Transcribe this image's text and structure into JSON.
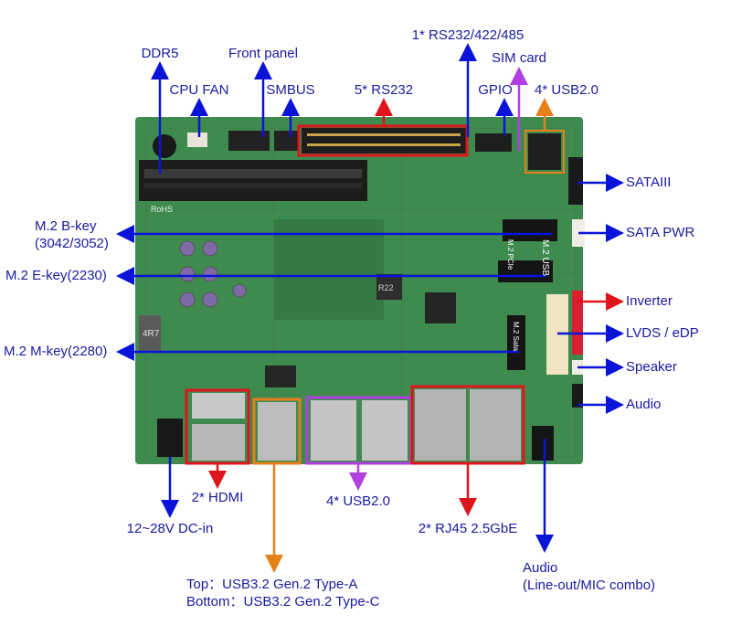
{
  "labels": {
    "ddr5": "DDR5",
    "cpu_fan": "CPU FAN",
    "front_panel": "Front panel",
    "smbus": "SMBUS",
    "rs232_5": "5* RS232",
    "rs232_422_485": "1* RS232/422/485",
    "sim_card": "SIM card",
    "gpio": "GPIO",
    "usb20_top": "4* USB2.0",
    "sataiii": "SATAIII",
    "sata_pwr": "SATA PWR",
    "m2_bkey_line1": "M.2 B-key",
    "m2_bkey_line2": "(3042/3052)",
    "m2_ekey": "M.2 E-key(2230)",
    "m2_mkey": "M.2 M-key(2280)",
    "inverter": "Inverter",
    "lvds_edp": "LVDS / eDP",
    "speaker": "Speaker",
    "audio_right": "Audio",
    "hdmi": "2* HDMI",
    "dc_in": "12~28V DC-in",
    "usb20_bottom": "4* USB2.0",
    "rj45": "2* RJ45 2.5GbE",
    "usb32_top": "Top：USB3.2 Gen.2 Type-A",
    "usb32_bottom": "Bottom：USB3.2 Gen.2 Type-C",
    "audio_bottom_line1": "Audio",
    "audio_bottom_line2": "(Line-out/MIC combo)"
  },
  "silkscreen": {
    "m2_usb": "M.2 USB",
    "m2_pcie": "M.2 PCIe",
    "m2_sata": "M.2 Sata",
    "rohs": "RoHS",
    "inductor": "4R7",
    "chip": "R22"
  },
  "colors": {
    "blue": "#0a14d8",
    "red": "#e0141c",
    "orange": "#e8801a",
    "purple": "#b040e0",
    "label": "#1a1aa0",
    "pcb": "#3e8a4e"
  }
}
